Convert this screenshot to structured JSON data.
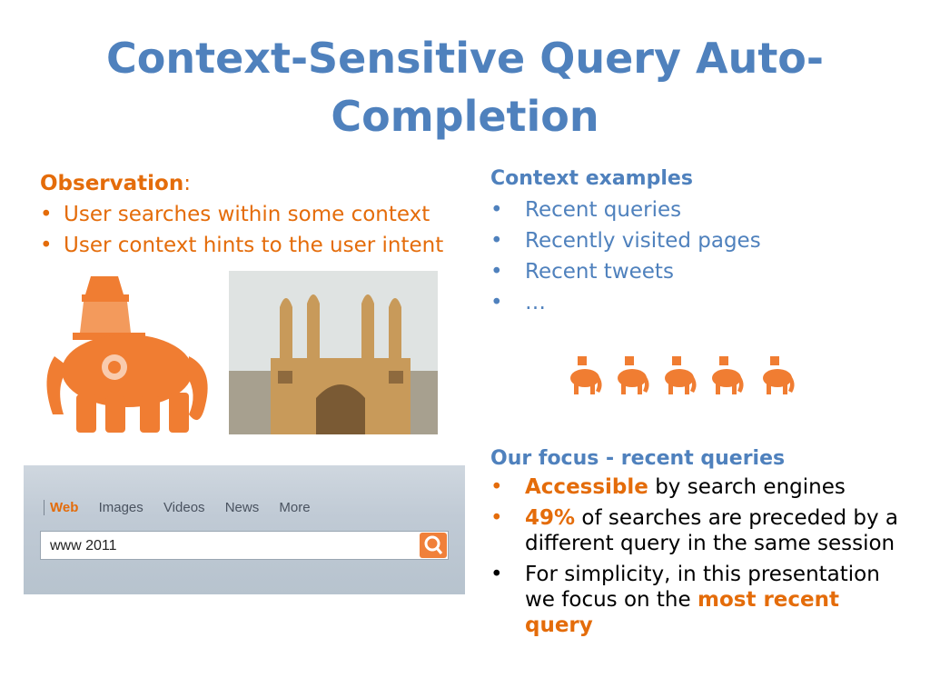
{
  "title": "Context-Sensitive Query Auto-Completion",
  "observation": {
    "heading": "Observation",
    "colon": ":",
    "items": [
      "User searches within some context",
      "User context hints to the user intent"
    ]
  },
  "context_examples": {
    "heading": "Context examples",
    "bullet": "•",
    "items": [
      "Recent queries",
      "Recently visited pages",
      "Recent tweets",
      "…"
    ]
  },
  "focus": {
    "heading": "Our focus - recent queries",
    "item1": {
      "highlight": "Accessible",
      "rest": " by search engines"
    },
    "item2": {
      "highlight": "49%",
      "rest": " of searches are preceded by a different query in the same session"
    },
    "item3": {
      "text": "For simplicity, in this presentation we focus on the ",
      "highlight": "most recent query"
    }
  },
  "search_widget": {
    "tabs": [
      "Web",
      "Images",
      "Videos",
      "News",
      "More"
    ],
    "query": "www 2011"
  },
  "colors": {
    "title_blue": "#4f81bd",
    "accent_orange": "#e46c0a"
  }
}
